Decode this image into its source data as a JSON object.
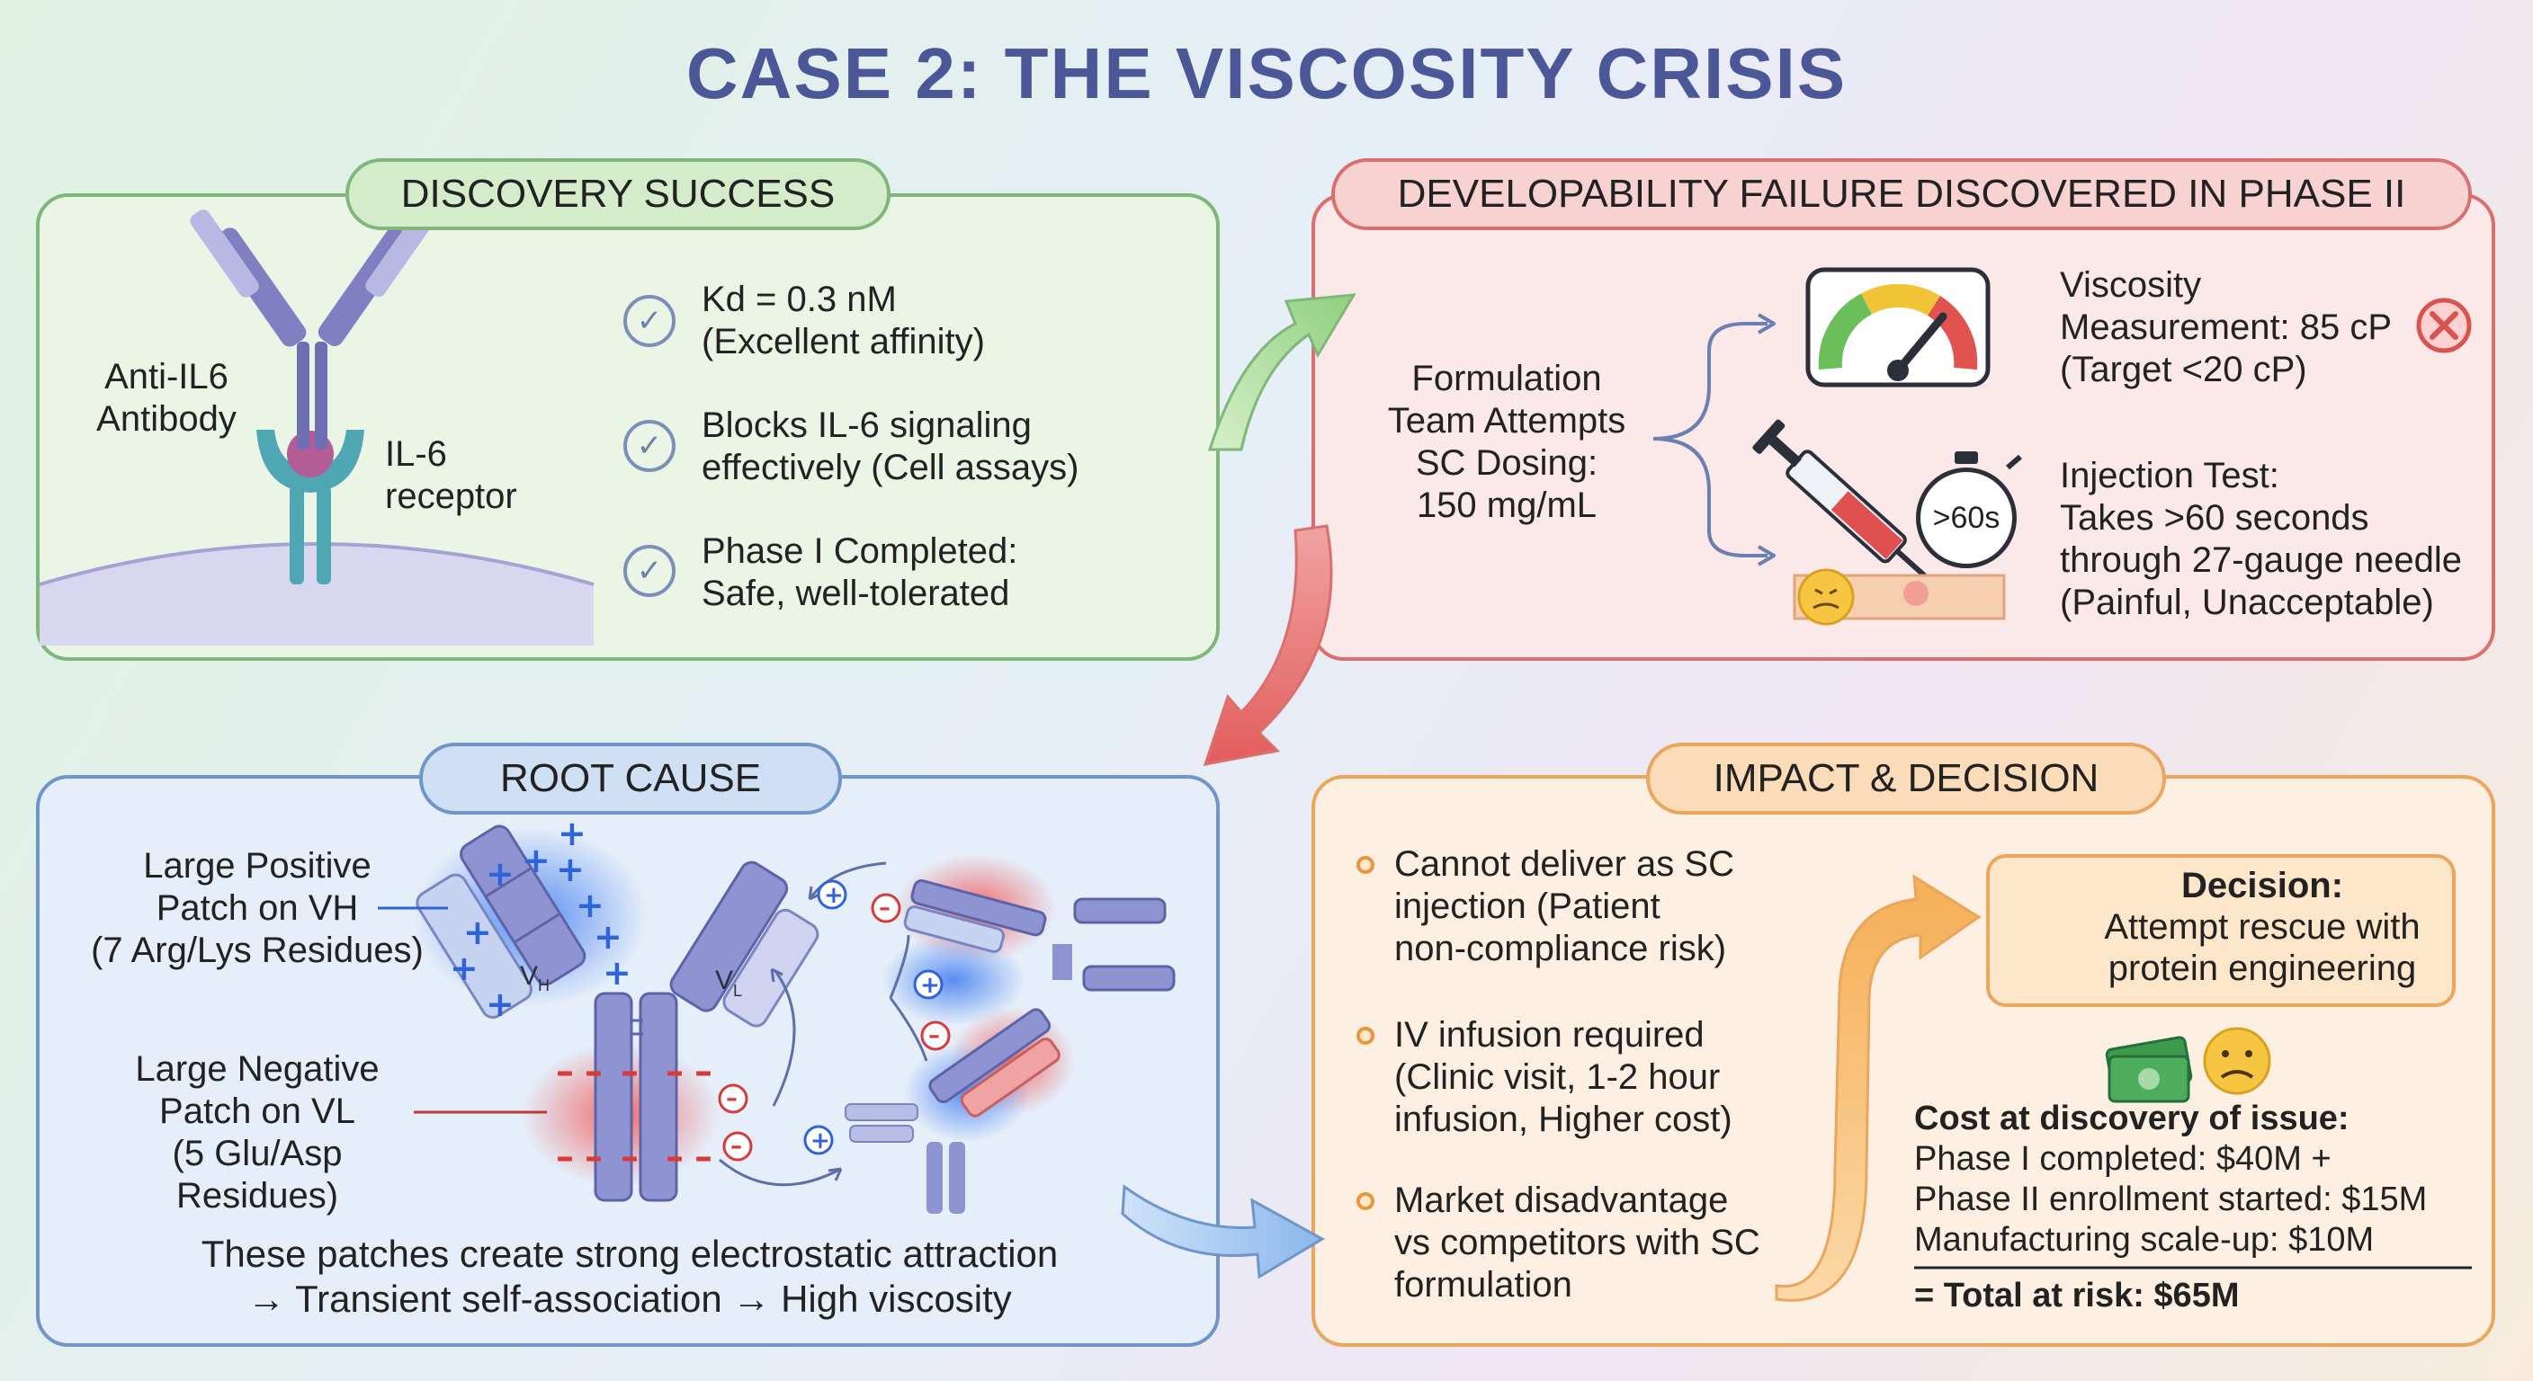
{
  "title": "CASE 2: THE VISCOSITY CRISIS",
  "discovery": {
    "header": "DISCOVERY SUCCESS",
    "antibody_label": [
      "Anti-IL6",
      "Antibody"
    ],
    "receptor_label": [
      "IL-6",
      "receptor"
    ],
    "items": [
      {
        "line1": "Kd = 0.3 nM",
        "line2": "(Excellent affinity)"
      },
      {
        "line1": "Blocks IL-6 signaling",
        "line2": "effectively (Cell assays)"
      },
      {
        "line1": "Phase I Completed:",
        "line2": "Safe, well-tolerated"
      }
    ]
  },
  "developability": {
    "header": "DEVELOPABILITY FAILURE DISCOVERED IN PHASE II",
    "formulation": [
      "Formulation",
      "Team Attempts",
      "SC Dosing:",
      "150 mg/mL"
    ],
    "viscosity": [
      "Viscosity",
      "Measurement: 85 cP",
      "(Target <20 cP)"
    ],
    "timer": ">60s",
    "injection": [
      "Injection Test:",
      "Takes >60 seconds",
      "through 27-gauge needle",
      "(Painful, Unacceptable)"
    ]
  },
  "root_cause": {
    "header": "ROOT CAUSE",
    "positive": [
      "Large Positive",
      "Patch on VH",
      "(7 Arg/Lys Residues)"
    ],
    "negative": [
      "Large Negative",
      "Patch on VL",
      "(5 Glu/Asp Residues)"
    ],
    "vh_label": "VH",
    "vl_label": "VL",
    "summary": [
      "These patches create strong electrostatic attraction",
      "→ Transient self-association → High viscosity"
    ]
  },
  "impact": {
    "header": "IMPACT & DECISION",
    "bullets": [
      [
        "Cannot deliver as SC",
        "injection (Patient",
        "non-compliance risk)"
      ],
      [
        "IV infusion required",
        "(Clinic visit, 1-2 hour",
        "infusion, Higher cost)"
      ],
      [
        "Market disadvantage",
        "vs competitors with SC",
        "formulation"
      ]
    ],
    "decision_title": "Decision:",
    "decision_body": [
      "Attempt rescue with",
      "protein engineering"
    ],
    "cost_title": "Cost at discovery of issue:",
    "cost_lines": [
      "Phase I completed: $40M +",
      "Phase II enrollment started: $15M",
      "Manufacturing scale-up: $10M"
    ],
    "total": "= Total at risk: $65M"
  },
  "colors": {
    "title": "#4b5797",
    "green": "#7fb77a",
    "red": "#d9706e",
    "blue": "#6f95c9",
    "orange": "#e9a65c"
  }
}
